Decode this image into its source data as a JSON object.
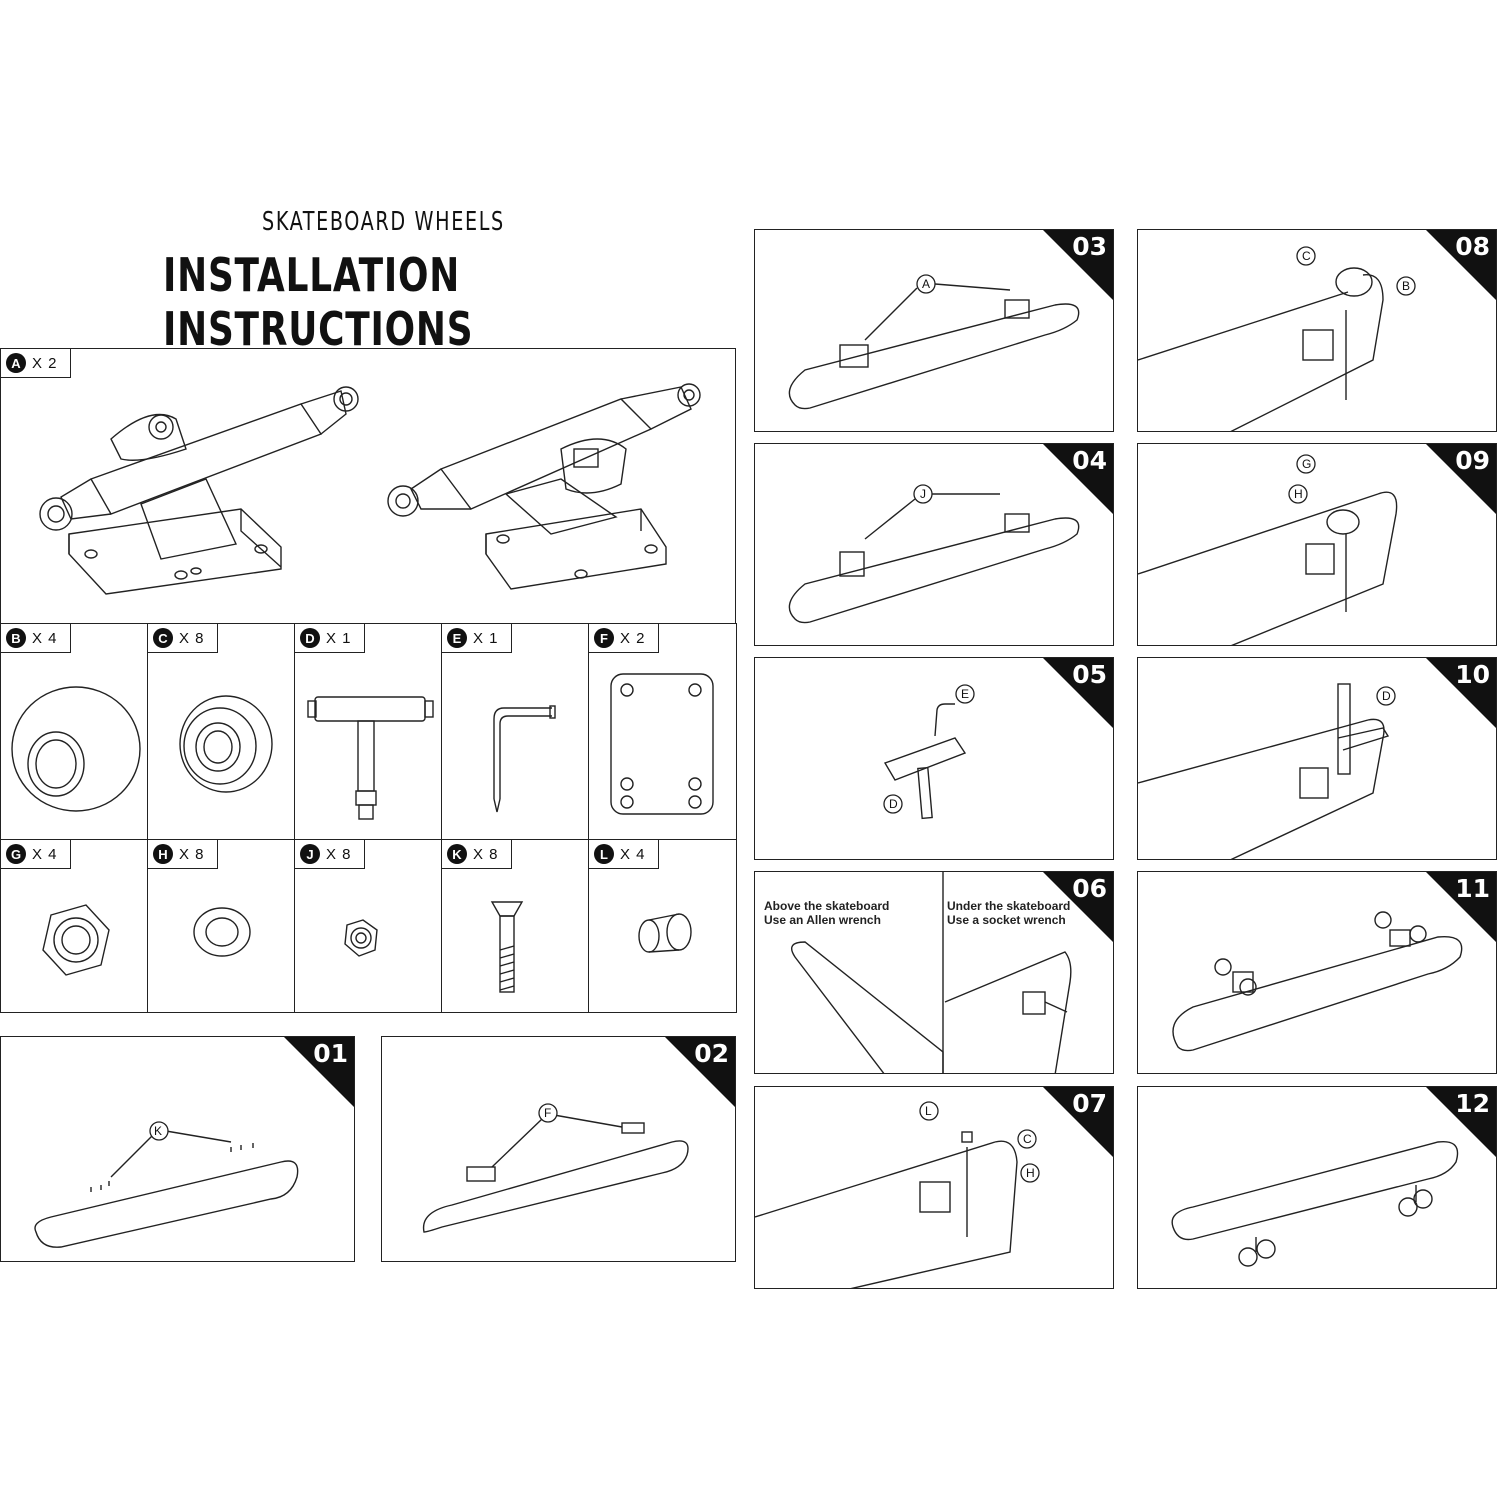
{
  "header": {
    "subtitle": "SKATEBOARD WHEELS",
    "title": "INSTALLATION INSTRUCTIONS"
  },
  "parts": [
    {
      "letter": "A",
      "qty": "X 2",
      "icon": "truck-icon"
    },
    {
      "letter": "B",
      "qty": "X 4",
      "icon": "wheel-icon"
    },
    {
      "letter": "C",
      "qty": "X 8",
      "icon": "bearing-icon"
    },
    {
      "letter": "D",
      "qty": "X 1",
      "icon": "t-tool-icon"
    },
    {
      "letter": "E",
      "qty": "X 1",
      "icon": "allen-wrench-icon"
    },
    {
      "letter": "F",
      "qty": "X 2",
      "icon": "riser-pad-icon"
    },
    {
      "letter": "G",
      "qty": "X 4",
      "icon": "axle-nut-icon"
    },
    {
      "letter": "H",
      "qty": "X 8",
      "icon": "washer-icon"
    },
    {
      "letter": "J",
      "qty": "X 8",
      "icon": "mounting-nut-icon"
    },
    {
      "letter": "K",
      "qty": "X 8",
      "icon": "mounting-bolt-icon"
    },
    {
      "letter": "L",
      "qty": "X 4",
      "icon": "spacer-icon"
    }
  ],
  "steps": [
    {
      "num": "01",
      "labels": [
        "K"
      ]
    },
    {
      "num": "02",
      "labels": [
        "F"
      ]
    },
    {
      "num": "03",
      "labels": [
        "A"
      ]
    },
    {
      "num": "04",
      "labels": [
        "J"
      ]
    },
    {
      "num": "05",
      "labels": [
        "E",
        "D"
      ]
    },
    {
      "num": "06",
      "captions": {
        "left_line1": "Above the skateboard",
        "left_line2": "Use an Allen wrench",
        "right_line1": "Under the skateboard",
        "right_line2": "Use a socket wrench"
      }
    },
    {
      "num": "07",
      "labels": [
        "L",
        "C",
        "H"
      ]
    },
    {
      "num": "08",
      "labels": [
        "C",
        "B"
      ]
    },
    {
      "num": "09",
      "labels": [
        "G",
        "H"
      ]
    },
    {
      "num": "10",
      "labels": [
        "D"
      ]
    },
    {
      "num": "11",
      "labels": []
    },
    {
      "num": "12",
      "labels": []
    }
  ]
}
